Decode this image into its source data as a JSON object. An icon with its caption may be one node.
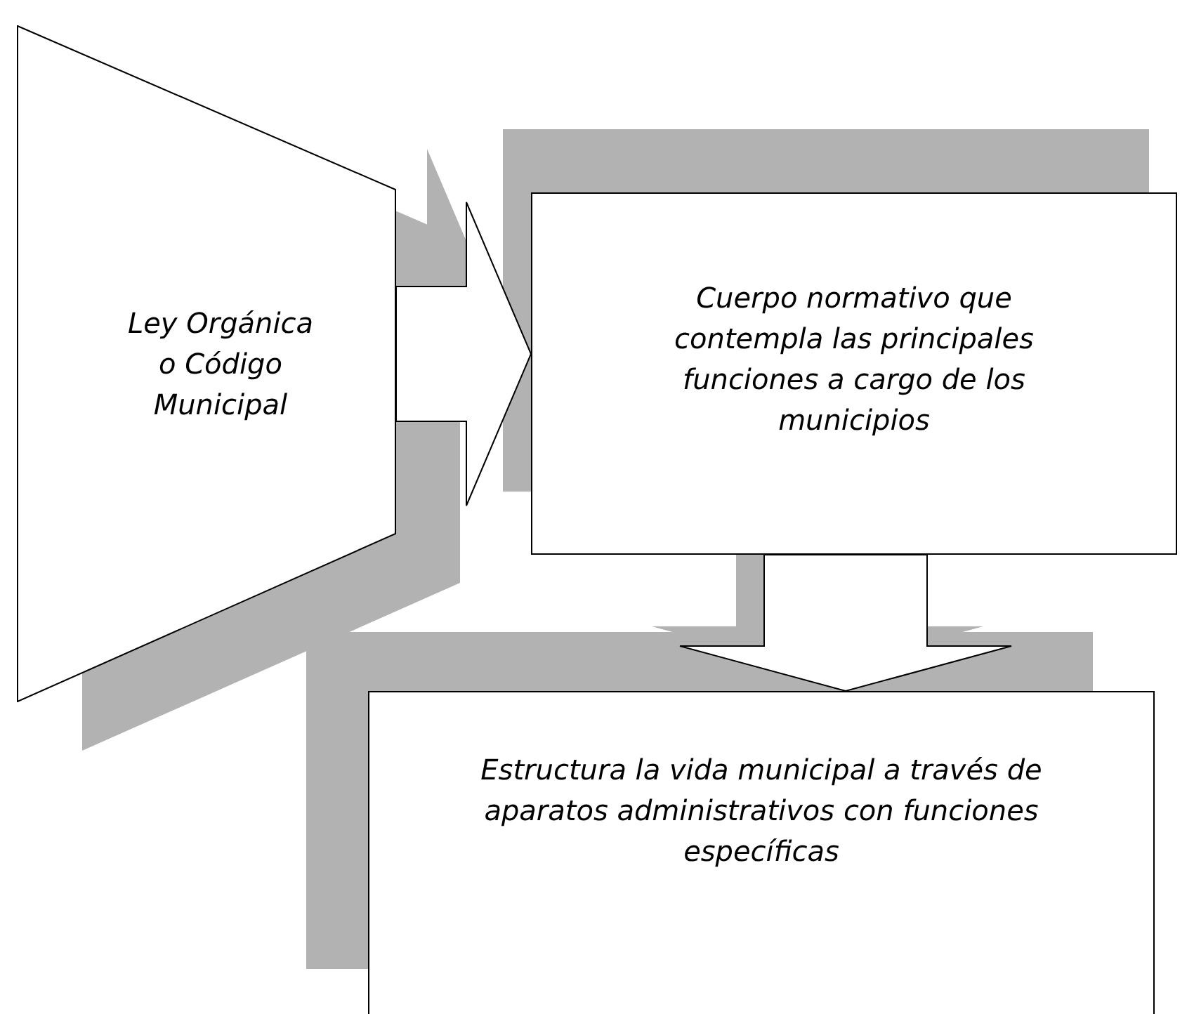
{
  "diagram": {
    "nodes": [
      {
        "text": [
          "Ley Orgánica o Código Municipal"
        ]
      },
      {
        "text": [
          "Cuerpo normativo que contempla las principales funciones a cargo de los municipios"
        ]
      },
      {
        "text": [
          "Estructura la vida municipal a través de aparatos administrativos con funciones específicas"
        ]
      }
    ],
    "edges": [
      {
        "from": 0,
        "to": 1,
        "arrow": "to"
      },
      {
        "from": 1,
        "to": 2,
        "arrow": "to"
      }
    ]
  }
}
